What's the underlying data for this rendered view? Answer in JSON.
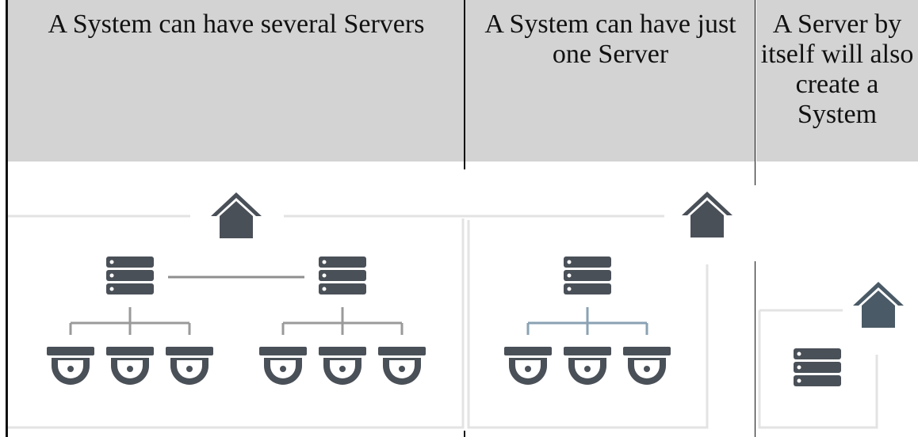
{
  "headers": {
    "col1": "A System can have several Servers",
    "col2": "A System can have just one Server",
    "col3": "A Server by itself will also create a System"
  },
  "icons": {
    "system": "house-icon",
    "server": "server-stack-icon",
    "camera": "dome-camera-icon"
  },
  "colors": {
    "header_bg": "#d3d3d3",
    "icon": "#4a5058",
    "system_icon": "#4a5a66",
    "frame": "#e3e3e3",
    "tree_gray": "#9a9a9a",
    "tree_blue": "#8aa2b3"
  }
}
